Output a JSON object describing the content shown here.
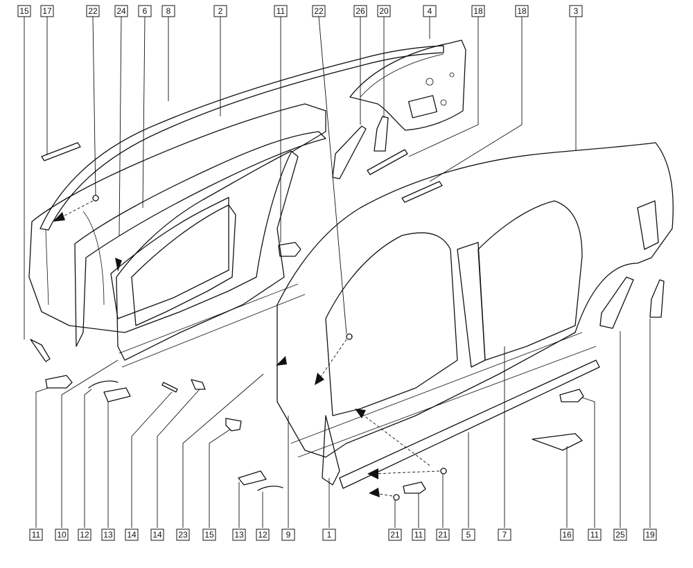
{
  "callouts": {
    "top": [
      {
        "id": "top-15",
        "text": "15"
      },
      {
        "id": "top-17",
        "text": "17"
      },
      {
        "id": "top-22a",
        "text": "22"
      },
      {
        "id": "top-24",
        "text": "24"
      },
      {
        "id": "top-6",
        "text": "6"
      },
      {
        "id": "top-8",
        "text": "8"
      },
      {
        "id": "top-2",
        "text": "2"
      },
      {
        "id": "top-11",
        "text": "11"
      },
      {
        "id": "top-22b",
        "text": "22"
      },
      {
        "id": "top-26",
        "text": "26"
      },
      {
        "id": "top-20",
        "text": "20"
      },
      {
        "id": "top-4",
        "text": "4"
      },
      {
        "id": "top-18a",
        "text": "18"
      },
      {
        "id": "top-18b",
        "text": "18"
      },
      {
        "id": "top-3",
        "text": "3"
      }
    ],
    "bottom": [
      {
        "id": "bot-11a",
        "text": "11"
      },
      {
        "id": "bot-10",
        "text": "10"
      },
      {
        "id": "bot-12a",
        "text": "12"
      },
      {
        "id": "bot-13a",
        "text": "13"
      },
      {
        "id": "bot-14a",
        "text": "14"
      },
      {
        "id": "bot-14b",
        "text": "14"
      },
      {
        "id": "bot-23",
        "text": "23"
      },
      {
        "id": "bot-15",
        "text": "15"
      },
      {
        "id": "bot-13b",
        "text": "13"
      },
      {
        "id": "bot-12b",
        "text": "12"
      },
      {
        "id": "bot-9",
        "text": "9"
      },
      {
        "id": "bot-1",
        "text": "1"
      },
      {
        "id": "bot-21a",
        "text": "21"
      },
      {
        "id": "bot-11b",
        "text": "11"
      },
      {
        "id": "bot-21b",
        "text": "21"
      },
      {
        "id": "bot-5",
        "text": "5"
      },
      {
        "id": "bot-7",
        "text": "7"
      },
      {
        "id": "bot-16",
        "text": "16"
      },
      {
        "id": "bot-11c",
        "text": "11"
      },
      {
        "id": "bot-25",
        "text": "25"
      },
      {
        "id": "bot-19",
        "text": "19"
      }
    ]
  }
}
